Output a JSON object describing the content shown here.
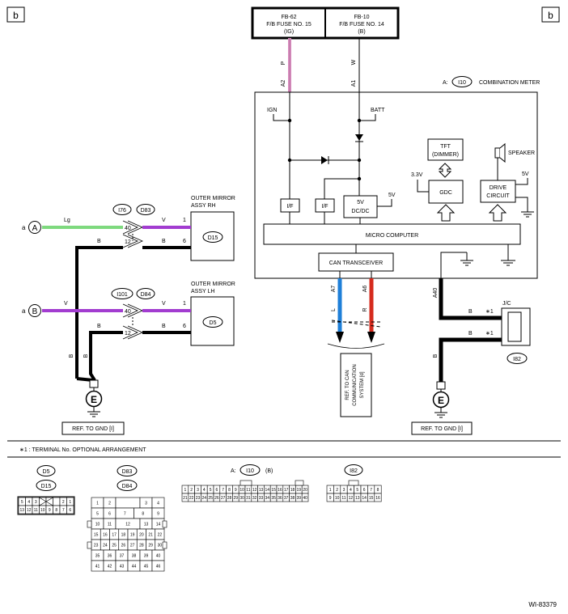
{
  "corner_label": "b",
  "fuses": [
    {
      "line1": "FB-62",
      "line2": "F/B FUSE NO. 15",
      "line3": "(IG)"
    },
    {
      "line1": "FB-10",
      "line2": "F/B FUSE NO. 14",
      "line3": "(B)"
    }
  ],
  "wire_colors": {
    "P": "P",
    "W": "W",
    "Lg": "Lg",
    "V": "V",
    "B": "B",
    "L": "L",
    "R": "R"
  },
  "pins": {
    "A2": "A2",
    "A1": "A1",
    "A7": "A7",
    "A6": "A6",
    "A40": "A40"
  },
  "meter": {
    "prefix": "A:",
    "connector": "I10",
    "title": "COMBINATION METER",
    "ign": "IGN",
    "batt": "BATT",
    "tft": "TFT",
    "dimmer": "(DIMMER)",
    "speaker": "SPEAKER",
    "v33": "3.3V",
    "v5a": "5V",
    "v5b": "5V",
    "v5c": "5V",
    "gdc": "GDC",
    "drive1": "DRIVE",
    "drive2": "CIRCUIT",
    "if1": "I/F",
    "if2": "I/F",
    "dcdc1": "5V",
    "dcdc2": "DC/DC",
    "micro": "MICRO COMPUTER",
    "can": "CAN TRANSCEIVER"
  },
  "mirror_rh": {
    "line1": "OUTER MIRROR",
    "line2": "ASSY RH",
    "conn": "D15",
    "c1": "I76",
    "c2": "D83",
    "p40": "40",
    "p12": "12",
    "p1": "1",
    "p6": "6"
  },
  "mirror_lh": {
    "line1": "OUTER MIRROR",
    "line2": "ASSY LH",
    "conn": "D5",
    "c1": "I101",
    "c2": "D84",
    "p40": "40",
    "p12": "12",
    "p1": "1",
    "p6": "6"
  },
  "signal_a": {
    "prefix": "a",
    "letter": "A"
  },
  "signal_b": {
    "prefix": "a",
    "letter": "B"
  },
  "ground": {
    "symbol": "E",
    "ref": "REF. TO GND [I]"
  },
  "jc": {
    "label": "J/C",
    "conn": "I82",
    "star": "∗1"
  },
  "can_ref": [
    "REF. TO CAN",
    "COMMUNICATION",
    "SYSTEM [d]"
  ],
  "note": "∗1  : TERMINAL No. OPTIONAL ARRANGEMENT",
  "connectors": {
    "d5": "D5",
    "d15": "D15",
    "d83": "D83",
    "d84": "D84",
    "i10_prefix": "A:",
    "i10": "I10",
    "i10_suffix": "(B)",
    "i82": "I82"
  },
  "figure_id": "WI-83379"
}
